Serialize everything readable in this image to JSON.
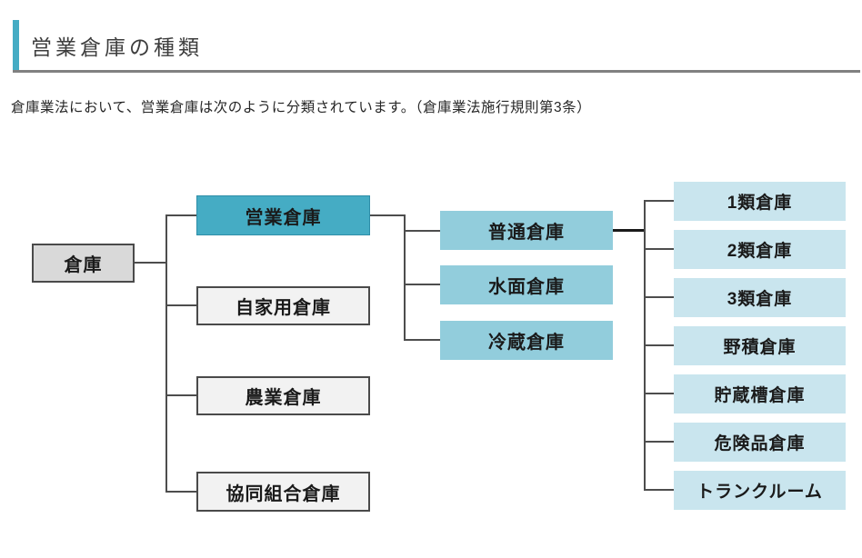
{
  "header": {
    "title": "営業倉庫の種類"
  },
  "intro": "倉庫業法において、営業倉庫は次のように分類されています。（倉庫業法施行規則第3条）",
  "colors": {
    "accent_teal": "#45ACC4",
    "mid_blue": "#92CDDC",
    "light_blue": "#C9E5EE",
    "root_gray": "#D9D9D9",
    "plain_gray": "#F2F2F2",
    "line": "#4D4D4D",
    "underline": "#808080"
  },
  "diagram": {
    "root": {
      "label": "倉庫"
    },
    "level1": [
      {
        "label": "営業倉庫"
      },
      {
        "label": "自家用倉庫"
      },
      {
        "label": "農業倉庫"
      },
      {
        "label": "協同組合倉庫"
      }
    ],
    "level2": [
      {
        "label": "普通倉庫"
      },
      {
        "label": "水面倉庫"
      },
      {
        "label": "冷蔵倉庫"
      }
    ],
    "level3": [
      {
        "label": "1類倉庫"
      },
      {
        "label": "2類倉庫"
      },
      {
        "label": "3類倉庫"
      },
      {
        "label": "野積倉庫"
      },
      {
        "label": "貯蔵槽倉庫"
      },
      {
        "label": "危険品倉庫"
      },
      {
        "label": "トランクルーム"
      }
    ]
  }
}
